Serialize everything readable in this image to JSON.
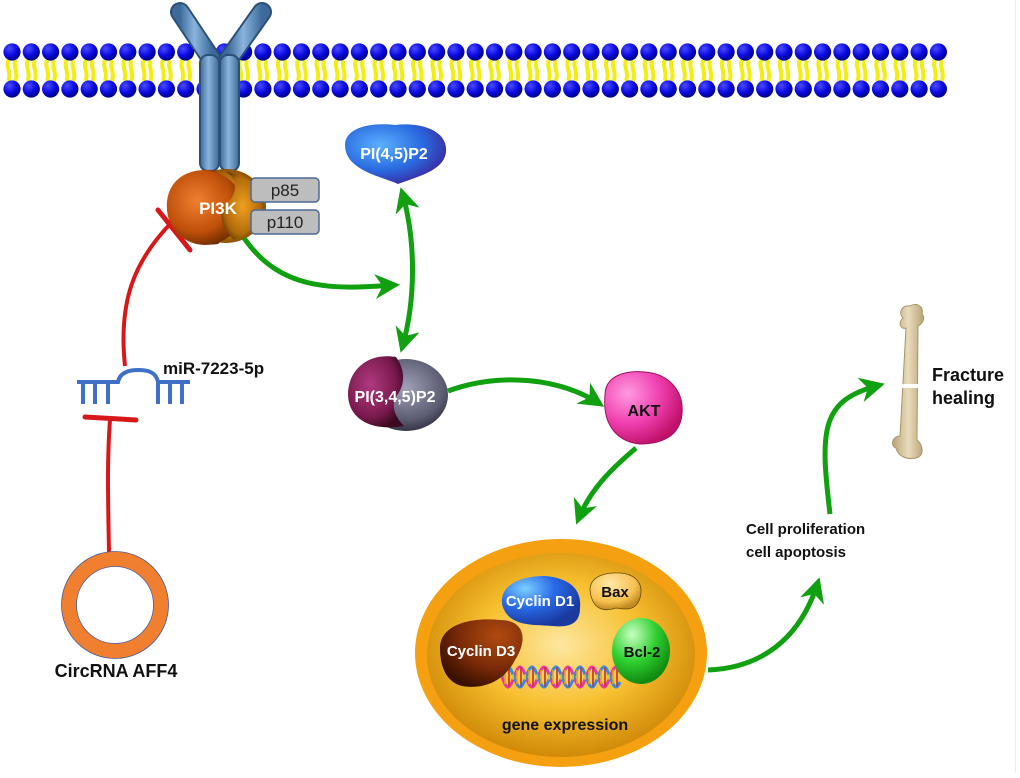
{
  "diagram": {
    "title": "CircRNA AFF4 / miR-7223-5p / PI3K-AKT pathway in fracture healing",
    "colors": {
      "activation_arrow": "#10a010",
      "inhibition_line": "#d81818",
      "membrane_head": "#0a0ae0",
      "membrane_tail": "#f2ee10",
      "receptor": "#5b8bbd",
      "pi3k_main": "#c0500a",
      "pi3k_cap": "#c07a10",
      "subunit_box": "#bdbdbd",
      "pip2": "#2a6ae0",
      "pip3_left": "#8a1f5a",
      "pip3_right": "#66667a",
      "akt": "#f040b0",
      "nucleus_outer": "#f5a010",
      "nucleus_inner": "#f7c030",
      "cyclin_d1": "#2a6ae8",
      "cyclin_d3": "#7a2a08",
      "bax": "#f7c050",
      "bcl2": "#30d030",
      "mirna": "#3f6fc6",
      "circrna": "#f08030",
      "bone": "#d8c8a0"
    },
    "nodes": {
      "receptor": {
        "label": ""
      },
      "pi3k": {
        "label": "PI3K"
      },
      "p85": {
        "label": "p85"
      },
      "p110": {
        "label": "p110"
      },
      "pip2": {
        "label": "PI(4,5)P2"
      },
      "pip3": {
        "label": "PI(3,4,5)P2"
      },
      "akt": {
        "label": "AKT"
      },
      "mirna": {
        "label": "miR-7223-5p"
      },
      "circrna": {
        "label": "CircRNA AFF4"
      },
      "nucleus": {
        "label": "gene expression"
      },
      "cyclin_d1": {
        "label": "Cyclin D1"
      },
      "cyclin_d3": {
        "label": "Cyclin D3"
      },
      "bax": {
        "label": "Bax"
      },
      "bcl2": {
        "label": "Bcl-2"
      },
      "cell_effects": {
        "line1": "Cell proliferation",
        "line2": "cell apoptosis"
      },
      "outcome": {
        "line1": "Fracture",
        "line2": "healing"
      }
    },
    "edges": [
      {
        "from": "circrna",
        "to": "mirna",
        "type": "inhibition"
      },
      {
        "from": "mirna",
        "to": "pi3k",
        "type": "inhibition"
      },
      {
        "from": "pi3k",
        "to": "pip2-pip3-junction",
        "type": "activation"
      },
      {
        "from": "pip2",
        "to": "pip3",
        "type": "bidirectional"
      },
      {
        "from": "pip3",
        "to": "akt",
        "type": "activation"
      },
      {
        "from": "akt",
        "to": "nucleus",
        "type": "activation"
      },
      {
        "from": "nucleus",
        "to": "cell_effects",
        "type": "activation"
      },
      {
        "from": "cell_effects",
        "to": "outcome",
        "type": "activation"
      }
    ]
  }
}
